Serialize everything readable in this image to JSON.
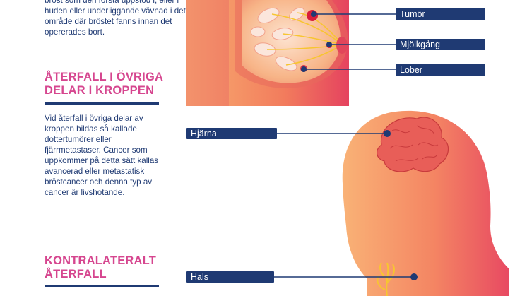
{
  "text": {
    "intro_paragraph": "bröst som den första uppstod i, eller i huden eller underliggande vävnad i det område där bröstet fanns innan det opererades bort.",
    "heading_other": "ÅTERFALL I ÖVRIGA DELAR I KROPPEN",
    "other_paragraph": "Vid återfall i övriga delar av kroppen bildas så kallade dottertumörer eller fjärrmetastaser. Cancer som uppkommer på detta sätt kallas avancerad eller metastatisk bröstcancer och denna typ av cancer är livshotande.",
    "heading_contralateral": "KONTRALATERALT ÅTERFALL"
  },
  "labels": {
    "tumor": "Tumör",
    "milk_duct": "Mjölkgång",
    "lobes": "Lober",
    "brain": "Hjärna",
    "neck": "Hals"
  },
  "colors": {
    "navy": "#1f3a73",
    "pink_heading": "#d6468f",
    "skin_light": "#f7a36b",
    "skin_dark": "#e84a62",
    "tumor_red": "#d81e3a",
    "nerve_yellow": "#f7c531"
  }
}
